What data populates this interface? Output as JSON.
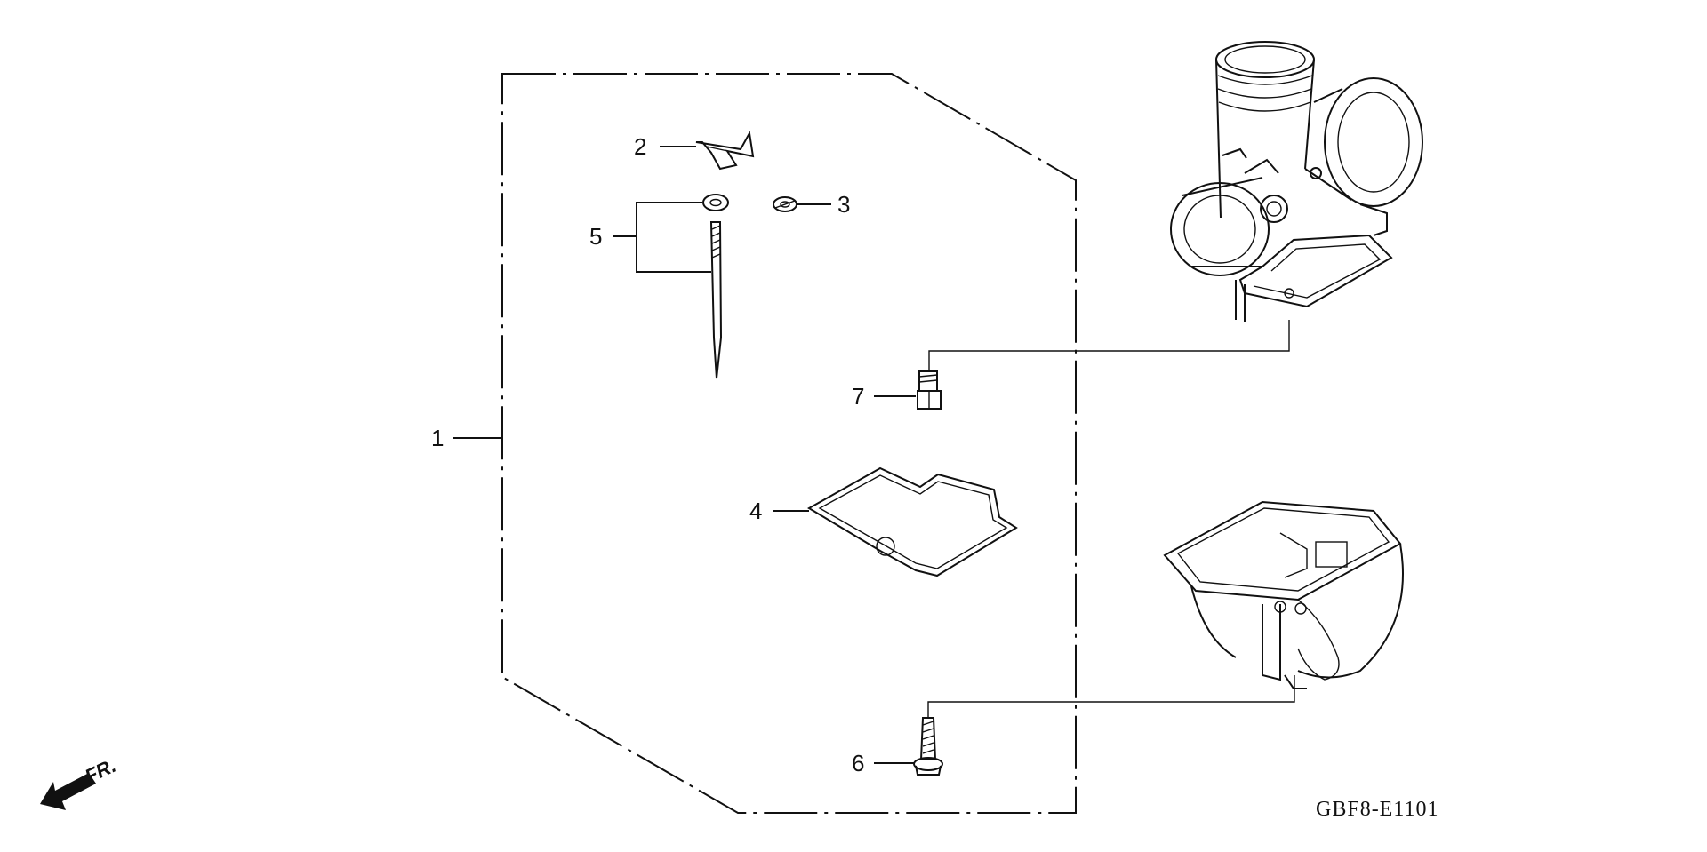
{
  "diagram": {
    "code": "GBF8-E1101",
    "direction_label": "FR.",
    "callouts": [
      {
        "id": "1",
        "label": "1"
      },
      {
        "id": "2",
        "label": "2"
      },
      {
        "id": "3",
        "label": "3"
      },
      {
        "id": "4",
        "label": "4"
      },
      {
        "id": "5",
        "label": "5"
      },
      {
        "id": "6",
        "label": "6"
      },
      {
        "id": "7",
        "label": "7"
      }
    ]
  }
}
